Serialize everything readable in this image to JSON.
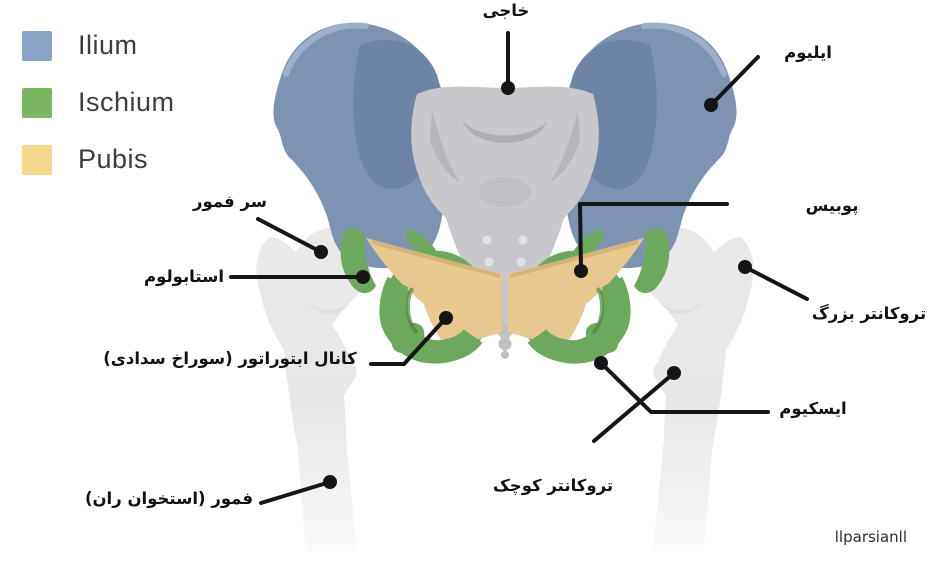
{
  "legend": {
    "items": [
      {
        "label": "Ilium",
        "color": "#8CA3C5"
      },
      {
        "label": "Ischium",
        "color": "#7BB761"
      },
      {
        "label": "Pubis",
        "color": "#F7D78E"
      }
    ]
  },
  "annotations": {
    "sacrum": "خاجی",
    "ilium": "ایلیوم",
    "pubis": "پوبیس",
    "greater_trochanter": "تروکانتر بزرگ",
    "ischium": "ایسکیوم",
    "femoral_head": "سر فمور",
    "acetabulum": "استابولوم",
    "obturator_canal": "کانال ابتوراتور (سوراخ سدادی)",
    "femur": "فمور (استخوان ران)",
    "lesser_trochanter": "تروکانتر کوچک"
  },
  "watermark": "llparsianll",
  "colors": {
    "ilium_fill": "#7E93B2",
    "ilium_fossa": "#6E84A4",
    "ilium_rim": "#A2B4CC",
    "ischium_fill": "#6CA95C",
    "ischium_dark": "#4C873F",
    "pubis_fill": "#E7C88F",
    "pubis_edge": "#D4B074",
    "sacrum_fill": "#C8C8CC",
    "sacrum_shade": "#ADADB3",
    "femur_fill": "#E9E9EA",
    "line_color": "#151515"
  }
}
